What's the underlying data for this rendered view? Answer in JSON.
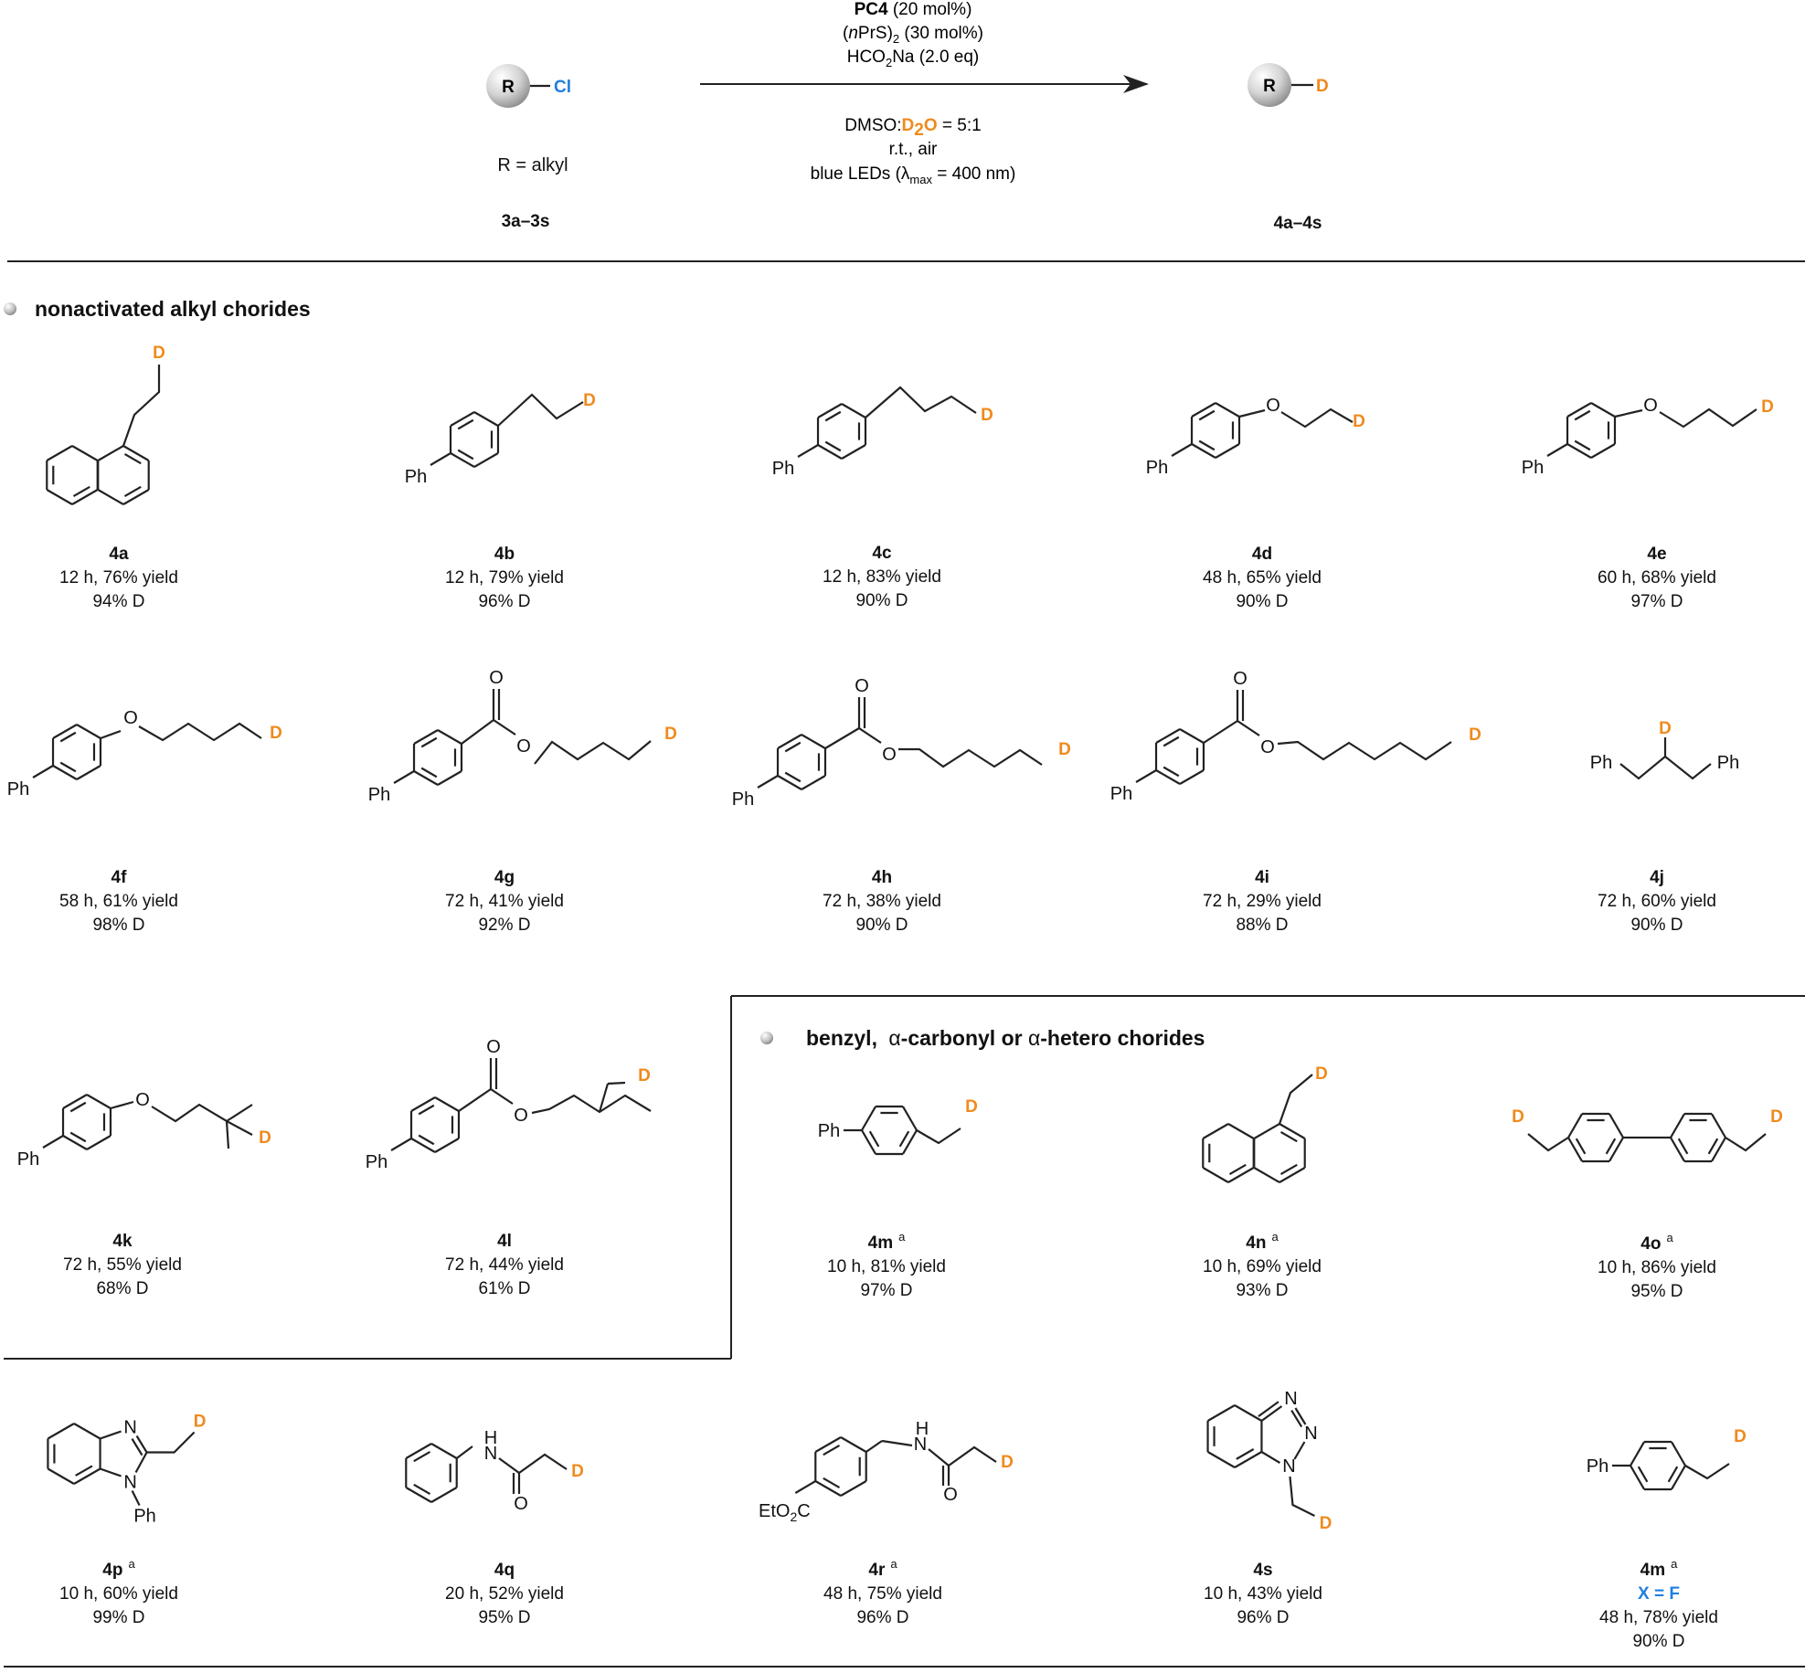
{
  "reaction": {
    "start": {
      "r": "R",
      "x": "Cl",
      "r_def": "R = alkyl",
      "id": "3a–3s"
    },
    "product": {
      "r": "R",
      "x": "D",
      "id": "4a–4s"
    },
    "conditions": {
      "line1_b": "PC4",
      "line1": " (20 mol%)",
      "line2a": "(",
      "line2_i": "n",
      "line2b": "PrS)",
      "line2_sub": "2",
      "line2c": " (30 mol%)",
      "line3a": "HCO",
      "line3_sub": "2",
      "line3b": "Na (2.0 eq)",
      "line4a": "DMSO:",
      "line4_d": "D",
      "line4_sub": "2",
      "line4_o": "O",
      "line4b": " = 5:1",
      "line5": "r.t., air",
      "line6a": "blue LEDs (λ",
      "line6_sub": "max",
      "line6b": " = 400 nm)"
    }
  },
  "sections": {
    "nonactivated": "nonactivated alkyl chorides",
    "activated_pre": "benzyl, ",
    "activated_alpha1": "α",
    "activated_mid": "-carbonyl or ",
    "activated_alpha2": "α",
    "activated_post": "-hetero chorides"
  },
  "atoms": {
    "D": "D",
    "O": "O",
    "Ph": "Ph",
    "N": "N",
    "H": "H",
    "EtO2C_a": "EtO",
    "EtO2C_sub": "2",
    "EtO2C_b": "C"
  },
  "products": [
    {
      "id": "4a",
      "cond": "12 h, 76% yield",
      "d": "94% D"
    },
    {
      "id": "4b",
      "cond": "12 h, 79% yield",
      "d": "96% D"
    },
    {
      "id": "4c",
      "cond": "12 h, 83% yield",
      "d": "90% D"
    },
    {
      "id": "4d",
      "cond": "48 h, 65% yield",
      "d": "90% D"
    },
    {
      "id": "4e",
      "cond": "60 h, 68% yield",
      "d": "97% D"
    },
    {
      "id": "4f",
      "cond": "58 h, 61% yield",
      "d": "98% D"
    },
    {
      "id": "4g",
      "cond": "72 h, 41% yield",
      "d": "92% D"
    },
    {
      "id": "4h",
      "cond": "72 h, 38% yield",
      "d": "90% D"
    },
    {
      "id": "4i",
      "cond": "72 h, 29% yield",
      "d": "88% D"
    },
    {
      "id": "4j",
      "cond": "72 h, 60% yield",
      "d": "90% D"
    },
    {
      "id": "4k",
      "cond": "72 h, 55% yield",
      "d": "68% D"
    },
    {
      "id": "4l",
      "cond": "72 h, 44% yield",
      "d": "61% D"
    },
    {
      "id": "4m",
      "sup": "a",
      "cond": "10 h, 81% yield",
      "d": "97% D"
    },
    {
      "id": "4n",
      "sup": "a",
      "cond": "10 h, 69% yield",
      "d": "93% D"
    },
    {
      "id": "4o",
      "sup": "a",
      "cond": "10 h, 86% yield",
      "d": "95% D"
    },
    {
      "id": "4p",
      "sup": "a",
      "cond": "10 h, 60% yield",
      "d": "99% D"
    },
    {
      "id": "4q",
      "cond": "20 h, 52% yield",
      "d": "95% D"
    },
    {
      "id": "4r",
      "sup": "a",
      "cond": "48 h, 75% yield",
      "d": "96% D"
    },
    {
      "id": "4s",
      "cond": "10 h, 43% yield",
      "d": "96% D"
    },
    {
      "id": "4m",
      "sup": "a",
      "note": "X = F",
      "cond": "48 h, 78% yield",
      "d": "90% D"
    }
  ],
  "colors": {
    "deuterium": "#f08a1c",
    "chlorine": "#1f7fe0",
    "line": "#222222"
  }
}
